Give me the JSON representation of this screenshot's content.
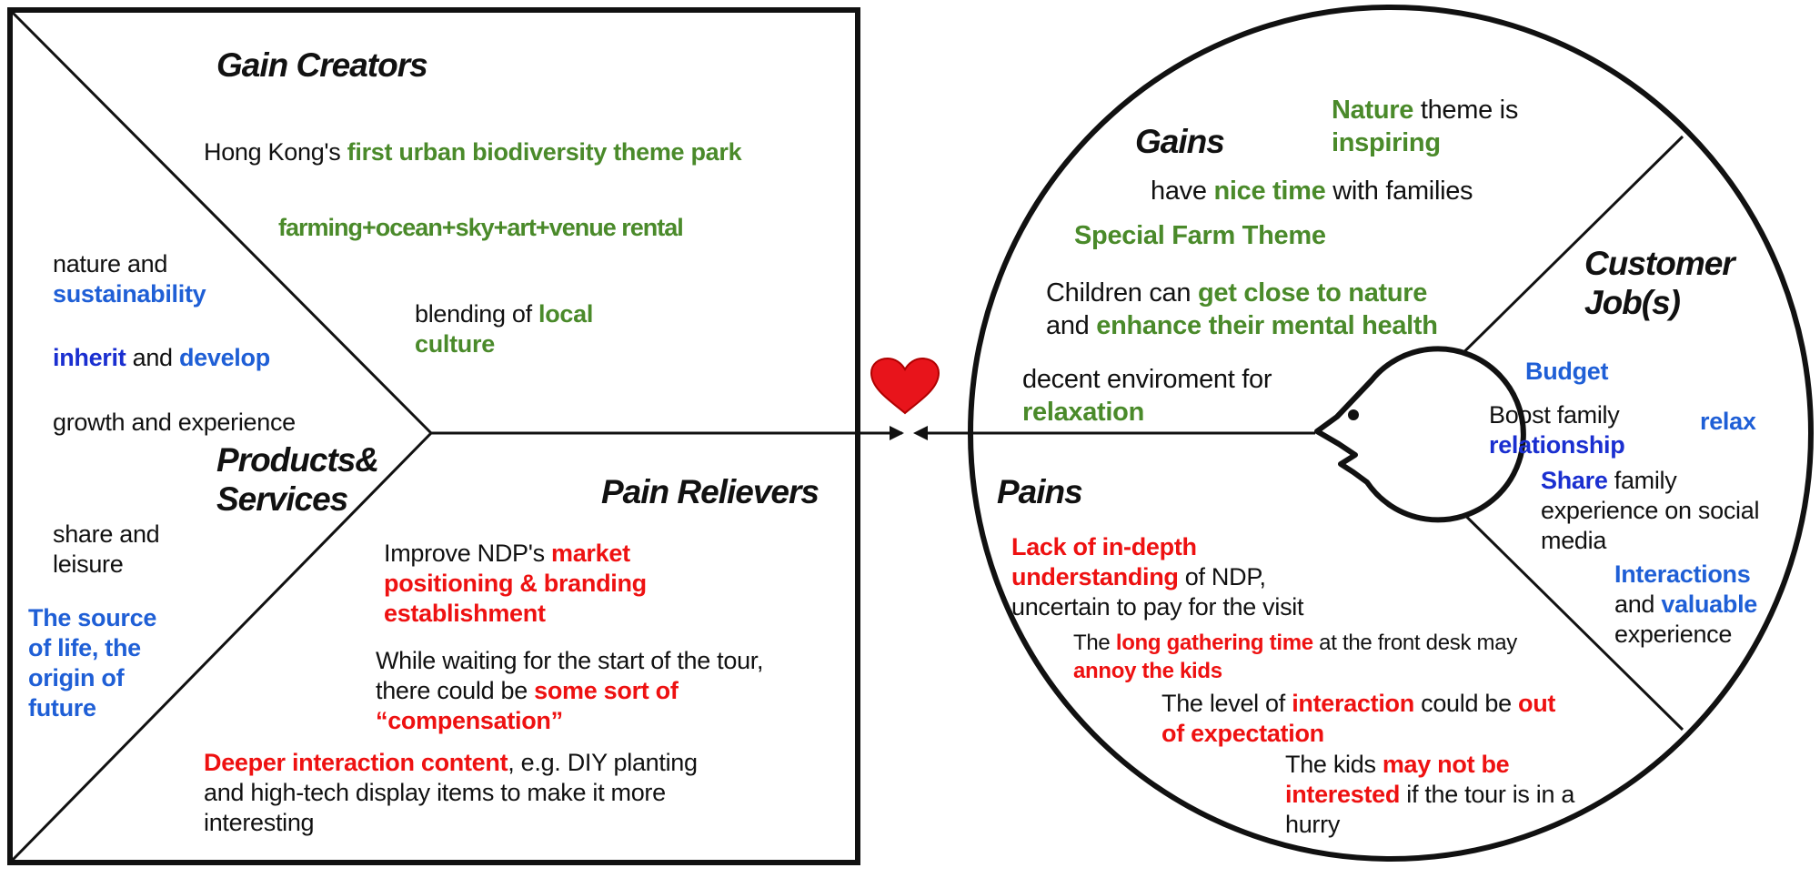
{
  "colors": {
    "green": "#4a8a2a",
    "blue": "#1f5fd6",
    "dark_blue": "#1a2fd0",
    "red": "#ee1111",
    "heart": "#e8141b",
    "line": "#111111"
  },
  "value_map": {
    "gain_creators": {
      "title": "Gain Creators",
      "theme_park_pre": "Hong Kong's ",
      "theme_park_hl": "first urban biodiversity theme park",
      "activities": "farming+ocean+sky+art+venue rental",
      "blending_pre": "blending of ",
      "blending_hl1": "local",
      "blending_hl2": "culture"
    },
    "products_services": {
      "title_line1": "Products&",
      "title_line2": "Services",
      "nature_pre": "nature and",
      "nature_hl": "sustainability",
      "inherit_hl": "inherit",
      "inherit_mid": " and ",
      "develop_hl": "develop",
      "growth": "growth and experience",
      "share_line1": "share and",
      "share_line2": "leisure",
      "source_line1": "The source",
      "source_line2": "of life, the",
      "source_line3": "origin of",
      "source_line4": "future"
    },
    "pain_relievers": {
      "title": "Pain Relievers",
      "improve_pre": "Improve NDP's ",
      "improve_hl1": "market",
      "improve_hl2": "positioning & branding",
      "improve_hl3": "establishment",
      "waiting_line1": "While waiting for the start of the tour,",
      "waiting_pre": "there could be ",
      "waiting_hl1": "some sort of",
      "waiting_hl2": "“compensation”",
      "deeper_hl": "Deeper interaction content",
      "deeper_post": ", e.g. DIY planting",
      "deeper_line2": "and high-tech display items to make it more",
      "deeper_line3": "interesting"
    }
  },
  "customer_profile": {
    "gains": {
      "title": "Gains",
      "nature_hl": "Nature",
      "nature_post": " theme is",
      "inspiring_hl": "inspiring",
      "nice_pre": "have ",
      "nice_hl": "nice time",
      "nice_post": " with families",
      "farm_hl": "Special Farm Theme",
      "children_pre": "Children can ",
      "children_hl": "get close to nature",
      "mental_pre": "and ",
      "mental_hl": "enhance their mental health",
      "decent": "decent enviroment for",
      "relaxation_hl": "relaxation"
    },
    "customer_jobs": {
      "title_line1": "Customer",
      "title_line2": "Job(s)",
      "budget_hl": "Budget",
      "boost": "Boost family",
      "relationship_hl": "relationship",
      "relax_hl": "relax",
      "share_hl": "Share",
      "share_post": " family",
      "share_line2": "experience on social",
      "share_line3": "media",
      "interactions_hl": "Interactions",
      "and_pre": "and ",
      "valuable_hl": "valuable",
      "experience": "experience"
    },
    "pains": {
      "title": "Pains",
      "lack_hl1": "Lack of in-depth",
      "lack_hl2": "understanding",
      "lack_post": " of NDP,",
      "uncertain": "uncertain to pay for the visit",
      "gather_pre": "The ",
      "gather_hl": "long gathering time",
      "gather_post": " at the front desk may",
      "annoy_hl": "annoy the kids",
      "level_pre": "The level of ",
      "level_hl1": "interaction",
      "level_mid": " could be ",
      "level_hl2": "out",
      "level_hl3": "of expectation",
      "kids_pre": "The kids ",
      "kids_hl1": "may not be",
      "kids_hl2": "interested",
      "kids_post": " if the tour is in a",
      "kids_line3": "hurry"
    }
  }
}
